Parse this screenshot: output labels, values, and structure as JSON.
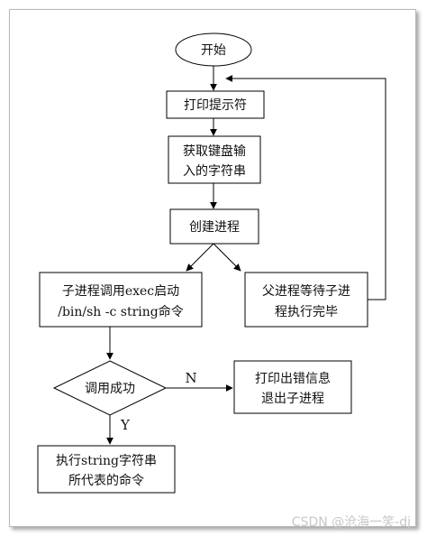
{
  "flowchart": {
    "start": "开始",
    "print_prompt": "打印提示符",
    "read_input": [
      "获取键盘输",
      "入的字符串"
    ],
    "create_process": "创建进程",
    "child_exec": [
      "子进程调用exec启动",
      "/bin/sh -c string命令"
    ],
    "parent_wait": [
      "父进程等待子进",
      "程执行完毕"
    ],
    "decision": "调用成功",
    "error_exit": [
      "打印出错信息",
      "退出子进程"
    ],
    "execute_command": [
      "执行string字符串",
      "所代表的命令"
    ],
    "label_no": "N",
    "label_yes": "Y"
  },
  "watermark": "CSDN @沧海一笑-dj"
}
